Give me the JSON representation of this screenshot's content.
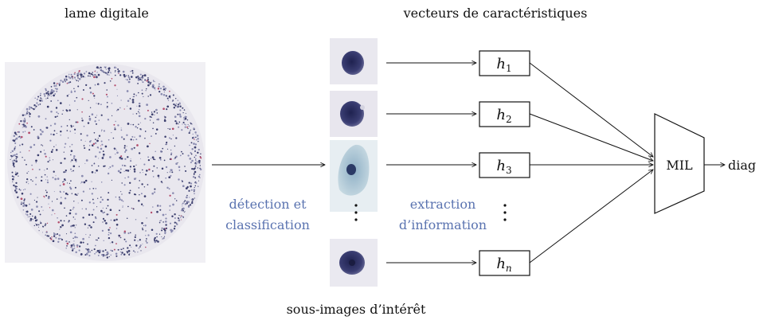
{
  "labels": {
    "slide_title": "lame digitale",
    "vectors_title": "vecteurs de caractéristiques",
    "subimages_caption": "sous-images d’intérêt",
    "step1_line1": "détection et",
    "step1_line2": "classification",
    "step2_line1": "extraction",
    "step2_line2": "d’information",
    "mil_label": "MIL",
    "output_label": "diag"
  },
  "feature_boxes": [
    {
      "base": "h",
      "sub": "1"
    },
    {
      "base": "h",
      "sub": "2"
    },
    {
      "base": "h",
      "sub": "3"
    },
    {
      "base": "h",
      "sub": "n"
    }
  ],
  "colors": {
    "accent_text": "#5a73b0",
    "line": "#111111",
    "slide_background": "#eceaf0",
    "cell_stain": "#2f3160",
    "cell_pale": "#a9c3d2"
  },
  "icons": [
    "slide-image",
    "cell-thumbnail",
    "vertical-ellipsis",
    "trapezoid-mil"
  ]
}
